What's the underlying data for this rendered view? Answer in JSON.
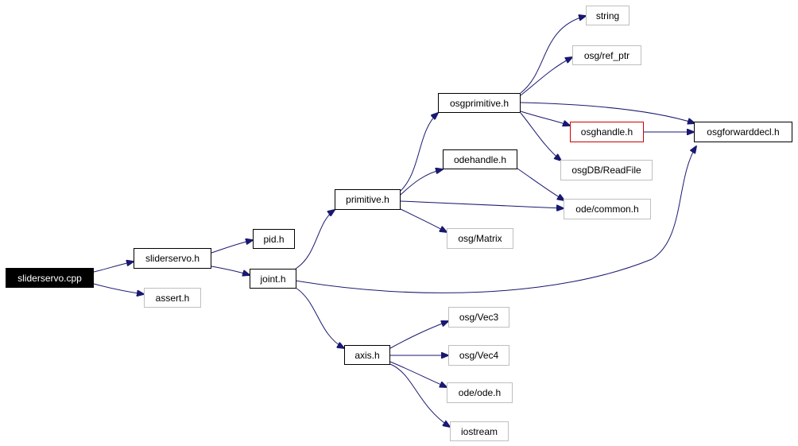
{
  "nodes": {
    "sliderservo_cpp": "sliderservo.cpp",
    "sliderservo_h": "sliderservo.h",
    "assert_h": "assert.h",
    "pid_h": "pid.h",
    "joint_h": "joint.h",
    "primitive_h": "primitive.h",
    "axis_h": "axis.h",
    "osgprimitive_h": "osgprimitive.h",
    "odehandle_h": "odehandle.h",
    "osg_matrix": "osg/Matrix",
    "ode_common_h": "ode/common.h",
    "string": "string",
    "osg_ref_ptr": "osg/ref_ptr",
    "osghandle_h": "osghandle.h",
    "osgdb_readfile": "osgDB/ReadFile",
    "osgforwarddecl_h": "osgforwarddecl.h",
    "osg_vec3": "osg/Vec3",
    "osg_vec4": "osg/Vec4",
    "ode_ode_h": "ode/ode.h",
    "iostream": "iostream"
  },
  "edges": [
    [
      "sliderservo_cpp",
      "sliderservo_h"
    ],
    [
      "sliderservo_cpp",
      "assert_h"
    ],
    [
      "sliderservo_h",
      "pid_h"
    ],
    [
      "sliderservo_h",
      "joint_h"
    ],
    [
      "joint_h",
      "primitive_h"
    ],
    [
      "joint_h",
      "axis_h"
    ],
    [
      "joint_h",
      "osgforwarddecl_h"
    ],
    [
      "primitive_h",
      "osgprimitive_h"
    ],
    [
      "primitive_h",
      "odehandle_h"
    ],
    [
      "primitive_h",
      "osg_matrix"
    ],
    [
      "primitive_h",
      "ode_common_h"
    ],
    [
      "osgprimitive_h",
      "string"
    ],
    [
      "osgprimitive_h",
      "osg_ref_ptr"
    ],
    [
      "osgprimitive_h",
      "osghandle_h"
    ],
    [
      "osgprimitive_h",
      "osgdb_readfile"
    ],
    [
      "osgprimitive_h",
      "osgforwarddecl_h"
    ],
    [
      "osghandle_h",
      "osgforwarddecl_h"
    ],
    [
      "odehandle_h",
      "ode_common_h"
    ],
    [
      "axis_h",
      "osg_vec3"
    ],
    [
      "axis_h",
      "osg_vec4"
    ],
    [
      "axis_h",
      "ode_ode_h"
    ],
    [
      "axis_h",
      "iostream"
    ]
  ],
  "colors": {
    "edge": "#191970",
    "normal_border": "#000000",
    "external_border": "#bfbfbf",
    "highlight_border": "#cc0000",
    "root_fill": "#000000",
    "root_text": "#ffffff"
  }
}
